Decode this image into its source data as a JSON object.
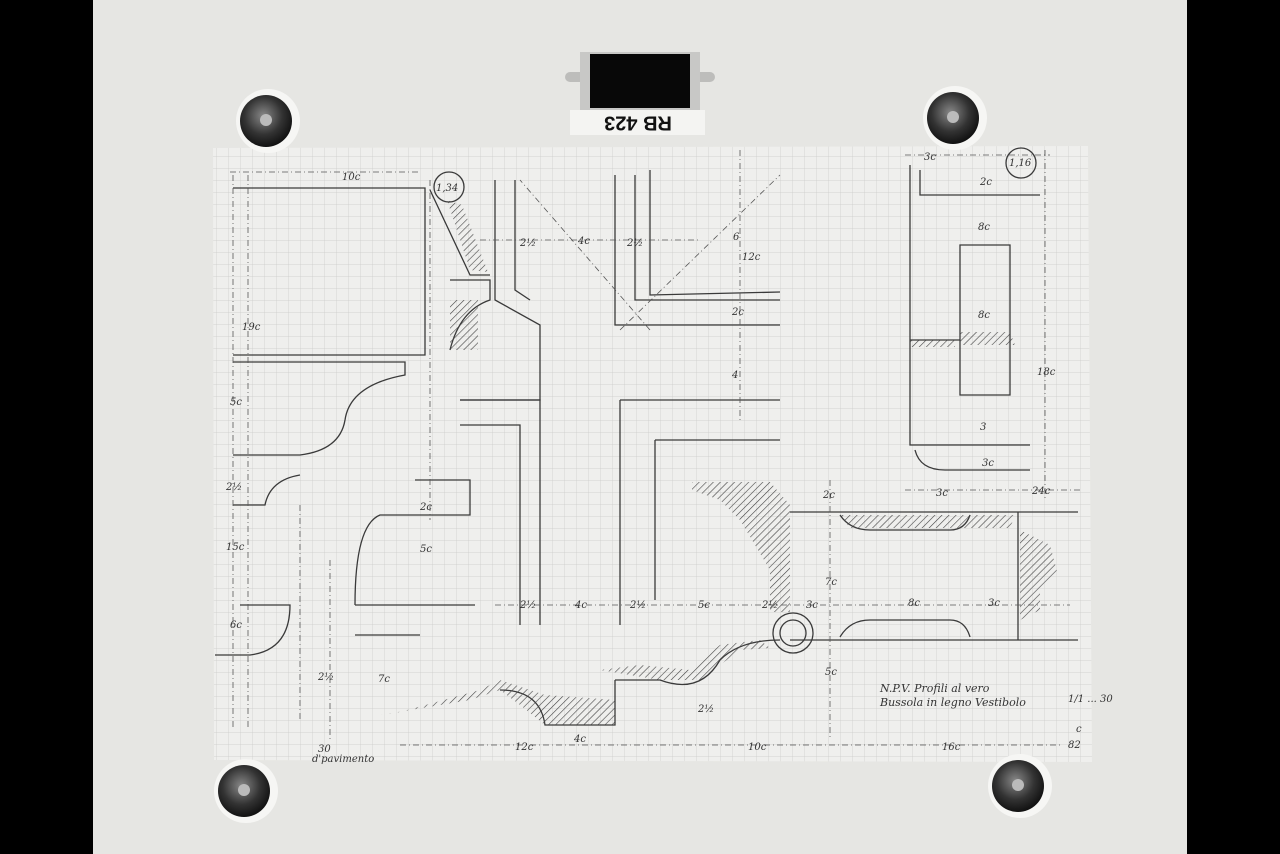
{
  "label_tag": "RB 423",
  "drawing": {
    "title_line1": "N.P.V. Profili al vero",
    "title_line2": "Bussola in legno Vestibolo",
    "scale_note": "1/1 ... 30",
    "sheet_number": "82",
    "circle_marks": [
      "1,34",
      "1,16"
    ],
    "dimensions": [
      "10c",
      "2½",
      "4c",
      "2½",
      "6",
      "12c",
      "2c",
      "4",
      "3c",
      "2c",
      "8c",
      "8c",
      "18c",
      "3",
      "3c",
      "3c",
      "24c",
      "19c",
      "5c",
      "2½",
      "15c",
      "6c",
      "2c",
      "5c",
      "2½",
      "4c",
      "2½",
      "5c",
      "2½",
      "3c",
      "8c",
      "3c",
      "2c",
      "7c",
      "5c",
      "2½",
      "2½",
      "7c",
      "12c",
      "4c",
      "10c",
      "16c",
      "c",
      "30",
      "d'pavimento"
    ]
  },
  "colors": {
    "paper": "#f0f0ee",
    "backdrop": "#e6e6e3",
    "ink": "#3a3a3a",
    "grid": "#c9c9c6"
  }
}
